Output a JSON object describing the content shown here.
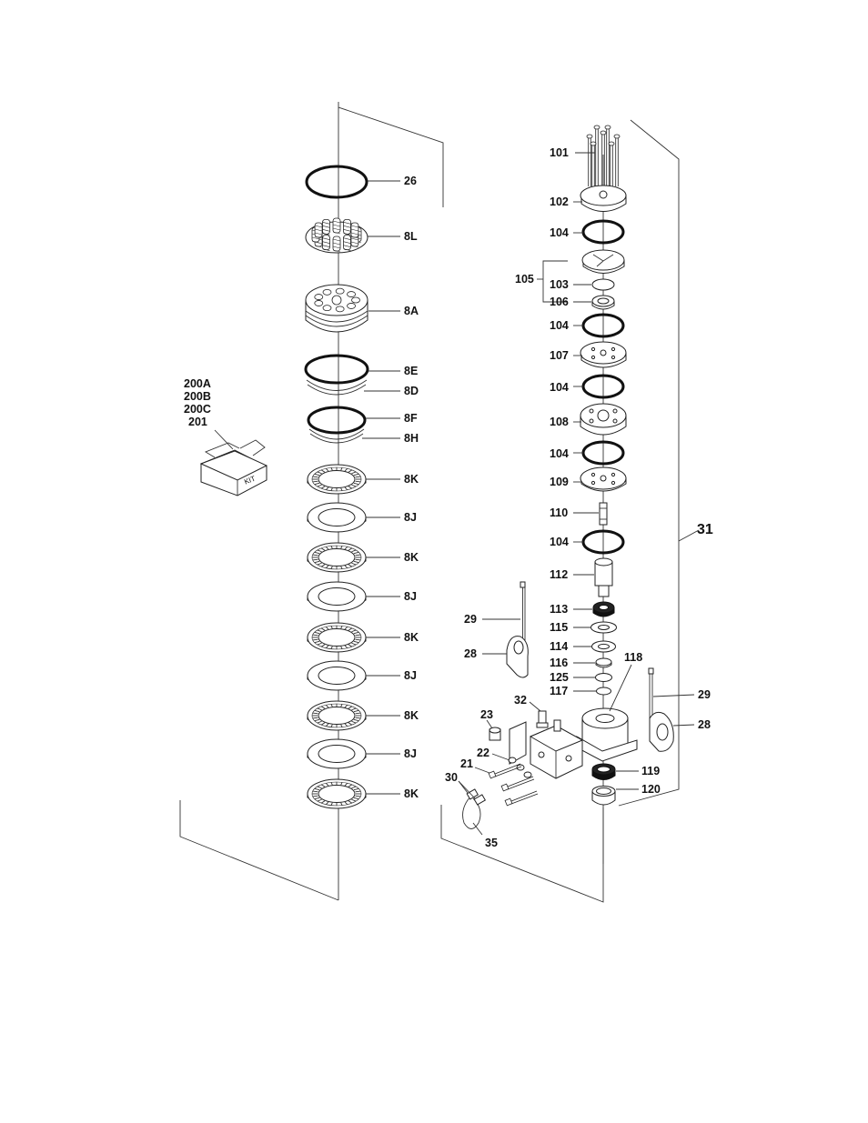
{
  "diagram": {
    "left_stack": [
      "26",
      "8L",
      "8A",
      "8E",
      "8D",
      "8F",
      "8H",
      "8K",
      "8J",
      "8K",
      "8J",
      "8K",
      "8J",
      "8K",
      "8J",
      "8K"
    ],
    "kit": {
      "labels": [
        "200A",
        "200B",
        "200C",
        "201"
      ],
      "box_text": "KIT"
    },
    "right_stack": [
      "101",
      "102",
      "104",
      "105",
      "103",
      "106",
      "104",
      "107",
      "104",
      "108",
      "104",
      "109",
      "110",
      "104",
      "112",
      "113",
      "115",
      "114",
      "116",
      "125",
      "117",
      "118",
      "119",
      "120"
    ],
    "side_parts": [
      "29",
      "28",
      "29",
      "28",
      "32",
      "23",
      "22",
      "21",
      "30",
      "35"
    ],
    "assembly": "31"
  }
}
